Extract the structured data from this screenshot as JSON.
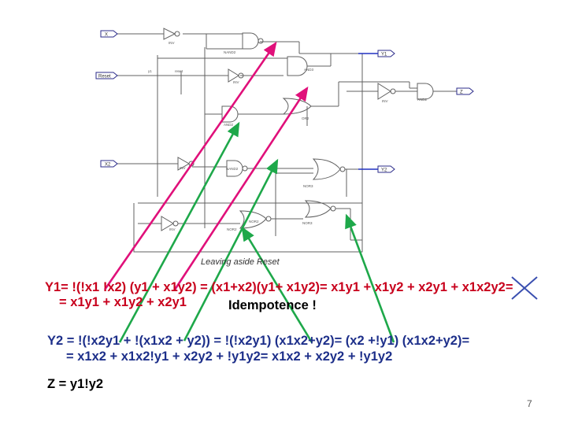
{
  "schematic": {
    "ports": [
      "X",
      "Reset",
      "X2",
      "Y1",
      "Y2",
      "Z"
    ],
    "gates": [
      "INV",
      "NAND2",
      "AND3",
      "INV",
      "OR2",
      "AND2",
      "INV",
      "AND2",
      "NAND2",
      "INV",
      "NOR3",
      "NOR2",
      "NOR3",
      "INV",
      "NOR2"
    ],
    "wire_labels": [
      "y1",
      "reset"
    ],
    "caption": "Leaving aside Reset"
  },
  "equations": {
    "y1_line1": "Y1=  !(!x1 !x2) (y1 + x1y2) = (x1+x2)(y1+ x1y2)= x1y1 + x1y2 + x2y1 + x1x2y2=",
    "y1_line2": "= x1y1 + x1y2 + x2y1",
    "idempotence": "Idempotence !",
    "y2_line1": "Y2 = !(!x2y1 + !(x1x2 + y2)) = !(!x2y1) (x1x2+y2)= (x2 +!y1) (x1x2+y2)=",
    "y2_line2": "= x1x2  + x1x2!y1 + x2y2 + !y1y2= x1x2  + x2y2 + !y1y2",
    "z": "Z = y1!y2"
  },
  "page_number": "7",
  "colors": {
    "red": "#c8001c",
    "blue": "#1d2f8a",
    "magenta_arrow": "#e0107a",
    "green_arrow": "#1ea84a"
  }
}
